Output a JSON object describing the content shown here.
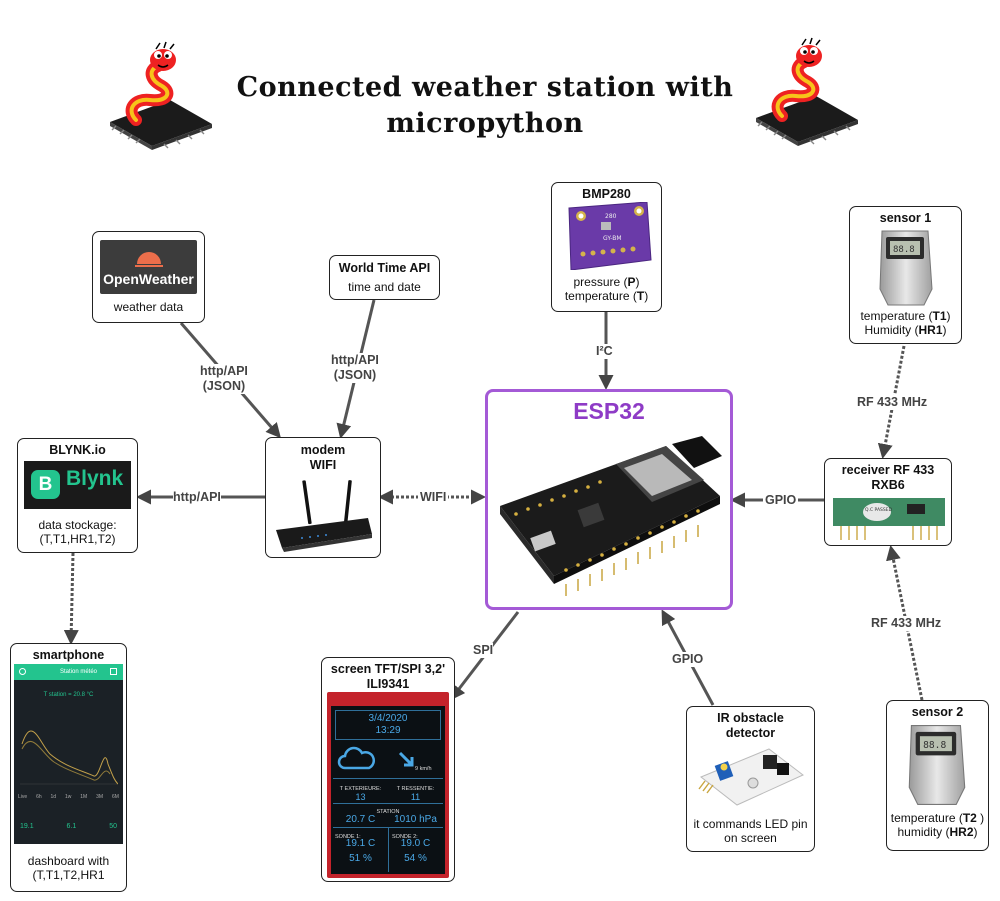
{
  "title_line1": "Connected weather station with",
  "title_line2": "micropython",
  "openweather": {
    "logo_text": "OpenWeather",
    "caption": "weather data"
  },
  "worldtime": {
    "title": "World Time API",
    "caption": "time and date"
  },
  "bmp280": {
    "title": "BMP280",
    "line1_pre": "pressure (",
    "line1_bold": "P",
    "line1_post": ")",
    "line2_pre": "temperature (",
    "line2_bold": "T",
    "line2_post": ")"
  },
  "sensor1": {
    "title": "sensor 1",
    "line1_pre": "temperature (",
    "line1_bold": "T1",
    "line1_post": ")",
    "line2_pre": "Humidity (",
    "line2_bold": "HR1",
    "line2_post": ")"
  },
  "sensor2": {
    "title": "sensor 2",
    "line1_pre": "temperature (",
    "line1_bold": "T2",
    "line1_post": " )",
    "line2_pre": "humidity (",
    "line2_bold": "HR2",
    "line2_post": ")"
  },
  "blynk": {
    "title": "BLYNK.io",
    "logo_letter": "B",
    "logo_text": "Blynk",
    "caption_l1": "data stockage:",
    "caption_l2": "(T,T1,HR1,T2)"
  },
  "modem": {
    "title_l1": "modem",
    "title_l2": "WIFI"
  },
  "esp32": {
    "title": "ESP32"
  },
  "receiver": {
    "title_l1": "receiver RF 433",
    "title_l2": "RXB6",
    "chip_text": "Q.C PASSED"
  },
  "smartphone": {
    "title": "smartphone",
    "app_title": "Station météo",
    "station_temp": "T station = 20.8 °C",
    "days": [
      "Live",
      "6h",
      "1d",
      "1w",
      "1M",
      "3M",
      "6M"
    ],
    "vals": [
      "19.1",
      "6.1",
      "50"
    ],
    "caption_l1": "dashboard with",
    "caption_l2": "(T,T1,T2,HR1"
  },
  "screen": {
    "title_l1": "screen TFT/SPI 3,2'",
    "title_l2": "ILI9341",
    "date": "3/4/2020",
    "time": "13:29",
    "wind": "9 km/h",
    "t_ext_label": "T EXTERIEURE:",
    "t_ext": "13",
    "t_res_label": "T RESSENTIE:",
    "t_res": "11",
    "station_label": "STATION",
    "station_t": "20.7 C",
    "station_p": "1010 hPa",
    "s1_label": "SONDE 1:",
    "s1_t": "19.1 C",
    "s1_h": "51 %",
    "s2_label": "SONDE 2:",
    "s2_t": "19.0 C",
    "s2_h": "54 %"
  },
  "ir": {
    "title_l1": "IR obstacle",
    "title_l2": "detector",
    "caption_l1": "it commands LED pin",
    "caption_l2": "on screen"
  },
  "links": {
    "ow_modem": "http/API\n(JSON)",
    "wt_modem": "http/API\n(JSON)",
    "blynk_modem": "http/API",
    "modem_esp": "WIFI",
    "bmp_esp": "I²C",
    "recv_esp": "GPIO",
    "s1_recv": "RF 433 MHz",
    "s2_recv": "RF 433 MHz",
    "esp_screen": "SPI",
    "ir_esp": "GPIO"
  },
  "colors": {
    "esp_border": "#a45ad6",
    "esp_title": "#8e3bc6",
    "blynk_green": "#23c48e",
    "wire": "#555555"
  }
}
